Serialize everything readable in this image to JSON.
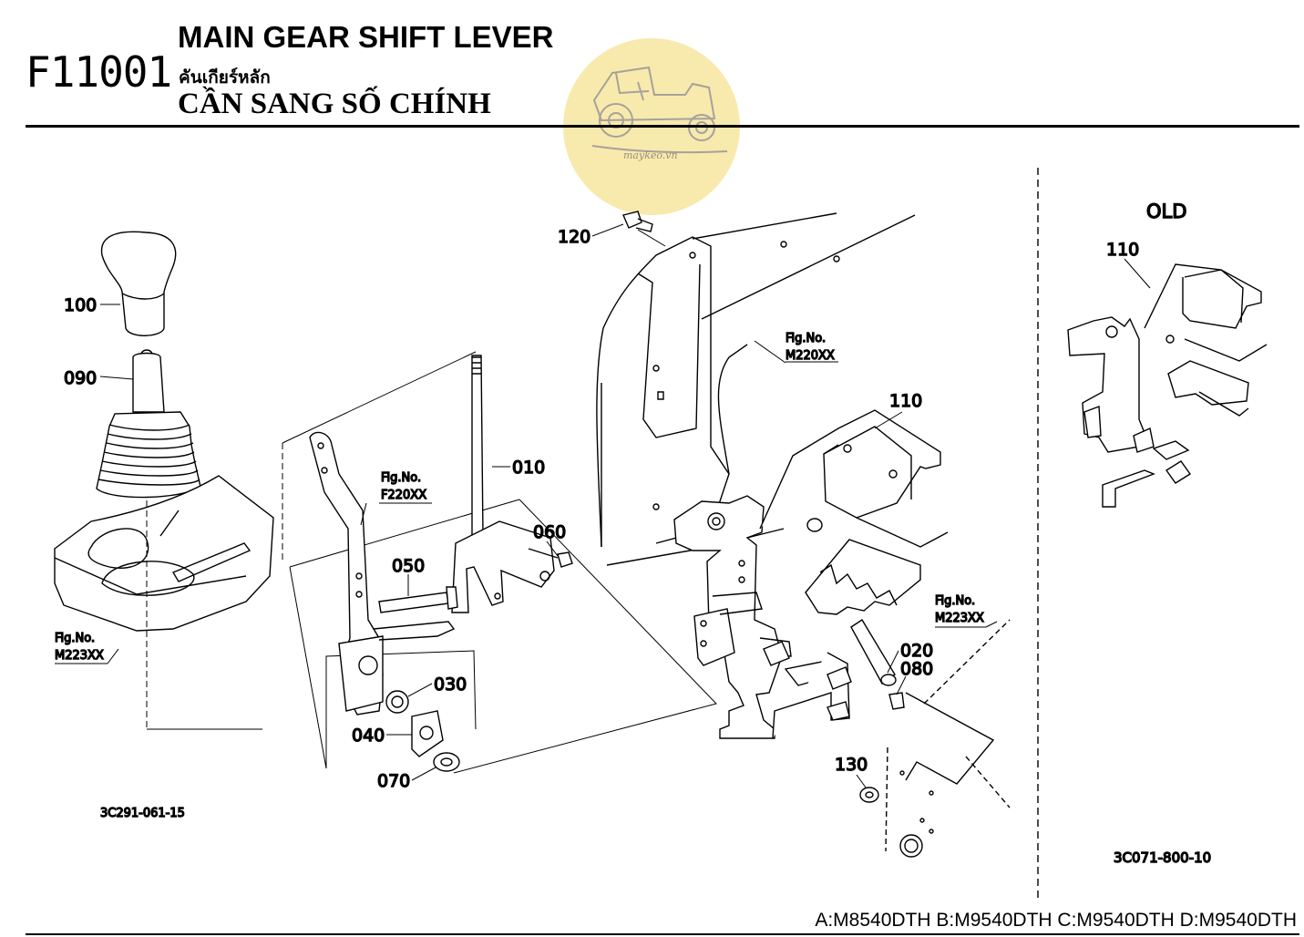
{
  "header": {
    "code": "F11001",
    "title_en": "MAIN GEAR SHIFT LEVER",
    "title_th": "คันเกียร์หลัก",
    "title_vi": "CẦN SANG SỐ CHÍNH"
  },
  "watermark": {
    "text": "maykeo.vn",
    "icon": "tractor-icon",
    "color": "#f8e9ad"
  },
  "part_labels": {
    "p010": "010",
    "p020": "020",
    "p030": "030",
    "p040": "040",
    "p050": "050",
    "p060": "060",
    "p070": "070",
    "p080": "080",
    "p090": "090",
    "p100": "100",
    "p110": "110",
    "p110_old": "110",
    "p120": "120",
    "p130": "130"
  },
  "fig_refs": {
    "f220": {
      "label": "Fig.No.",
      "code": "F220XX"
    },
    "m220": {
      "label": "Fig.No.",
      "code": "M220XX"
    },
    "m223_left": {
      "label": "Fig.No.",
      "code": "M223XX"
    },
    "m223_right": {
      "label": "Fig.No.",
      "code": "M223XX"
    }
  },
  "old_section": {
    "label": "OLD"
  },
  "drawing_numbers": {
    "main": "3C291-061-15",
    "old": "3C071-800-10"
  },
  "models": "A:M8540DTH B:M9540DTH C:M9540DTH D:M9540DTH"
}
